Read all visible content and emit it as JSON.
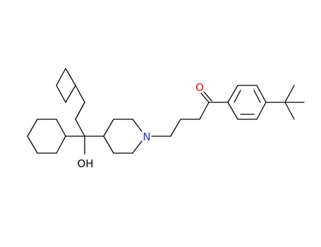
{
  "structure": {
    "atom_labels": {
      "nitrogen": "N",
      "oxygen_carbonyl": "O",
      "hydroxyl": "OH"
    },
    "colors": {
      "bond": "#000000",
      "nitrogen": "#2b2bd0",
      "oxygen_carbonyl": "#e01010",
      "hydroxyl": "#000000"
    }
  }
}
